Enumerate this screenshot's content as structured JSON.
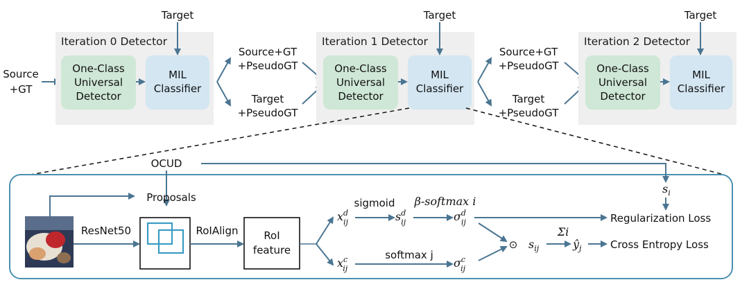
{
  "top": {
    "target_label": "Target",
    "source_gt": [
      "Source",
      "+GT"
    ],
    "iterations": [
      {
        "title": "Iteration 0 Detector",
        "detector": [
          "One-Class",
          "Universal",
          "Detector"
        ],
        "classifier": [
          "MIL",
          "Classifier"
        ]
      },
      {
        "title": "Iteration 1 Detector",
        "detector": [
          "One-Class",
          "Universal",
          "Detector"
        ],
        "classifier": [
          "MIL",
          "Classifier"
        ]
      },
      {
        "title": "Iteration 2 Detector",
        "detector": [
          "One-Class",
          "Universal",
          "Detector"
        ],
        "classifier": [
          "MIL",
          "Classifier"
        ]
      }
    ],
    "branch_upper": [
      "Source+GT",
      "+PseudoGT"
    ],
    "branch_lower": [
      "Target",
      "+PseudoGT"
    ]
  },
  "bottom": {
    "ocud": "OCUD",
    "proposals": "Proposals",
    "resnet": "ResNet50",
    "roialign": "RoIAlign",
    "roi_feature": [
      "RoI",
      "feature"
    ],
    "sigmoid": "sigmoid",
    "beta_softmax": "β-softmax i",
    "softmax_j": "softmax j",
    "odot": "⊙",
    "sigma_i": "Σi",
    "regularization_loss": "Regularization Loss",
    "cross_entropy_loss": "Cross Entropy Loss",
    "math": {
      "x_d": "x",
      "x_d_sup": "d",
      "x_d_sub": "ij",
      "x_c": "x",
      "x_c_sup": "c",
      "x_c_sub": "ij",
      "s_d": "s",
      "s_d_sup": "d",
      "s_d_sub": "ij",
      "sigma_d": "σ",
      "sigma_d_sup": "d",
      "sigma_d_sub": "ij",
      "sigma_c": "σ",
      "sigma_c_sup": "c",
      "sigma_c_sub": "ij",
      "s_ij": "s",
      "s_ij_sub": "ij",
      "s_i": "s",
      "s_i_sub": "i",
      "y_hat": "ŷ",
      "y_hat_sub": "j"
    }
  },
  "colors": {
    "arrow": "#4a7592",
    "green_box": "#cfe7d6",
    "blue_box": "#d3e6f2",
    "panel": "#efefef",
    "bottom_frame": "#4a90b0"
  }
}
